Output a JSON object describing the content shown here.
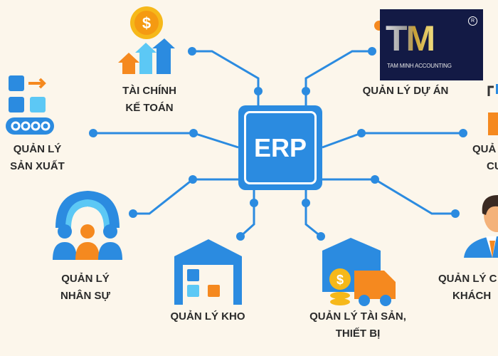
{
  "center": {
    "label": "ERP"
  },
  "modules": [
    {
      "id": "finance",
      "lines": [
        "TÀI CHÍNH",
        "KẾ TOÁN"
      ]
    },
    {
      "id": "project",
      "lines": [
        "QUẢN LÝ DỰ ÁN"
      ]
    },
    {
      "id": "production",
      "lines": [
        "QUẢN LÝ",
        "SẢN XUẤT"
      ]
    },
    {
      "id": "supply",
      "lines": [
        "QUẢ",
        "CU"
      ]
    },
    {
      "id": "hr",
      "lines": [
        "QUẢN LÝ",
        "NHÂN SỰ"
      ]
    },
    {
      "id": "warehouse",
      "lines": [
        "QUẢN LÝ KHO"
      ]
    },
    {
      "id": "assets",
      "lines": [
        "QUẢN LÝ TÀI SẢN,",
        "THIẾT BỊ"
      ]
    },
    {
      "id": "customer",
      "lines": [
        "QUẢN LÝ C",
        "KHÁCH"
      ]
    }
  ],
  "logo": {
    "mark": "TM",
    "name": "TAM MINH ACCOUNTING",
    "registered": "R"
  },
  "colors": {
    "primary": "#2b8be0",
    "accent": "#f5891f",
    "light_blue": "#5cc8f5",
    "background": "#fcf6eb"
  }
}
